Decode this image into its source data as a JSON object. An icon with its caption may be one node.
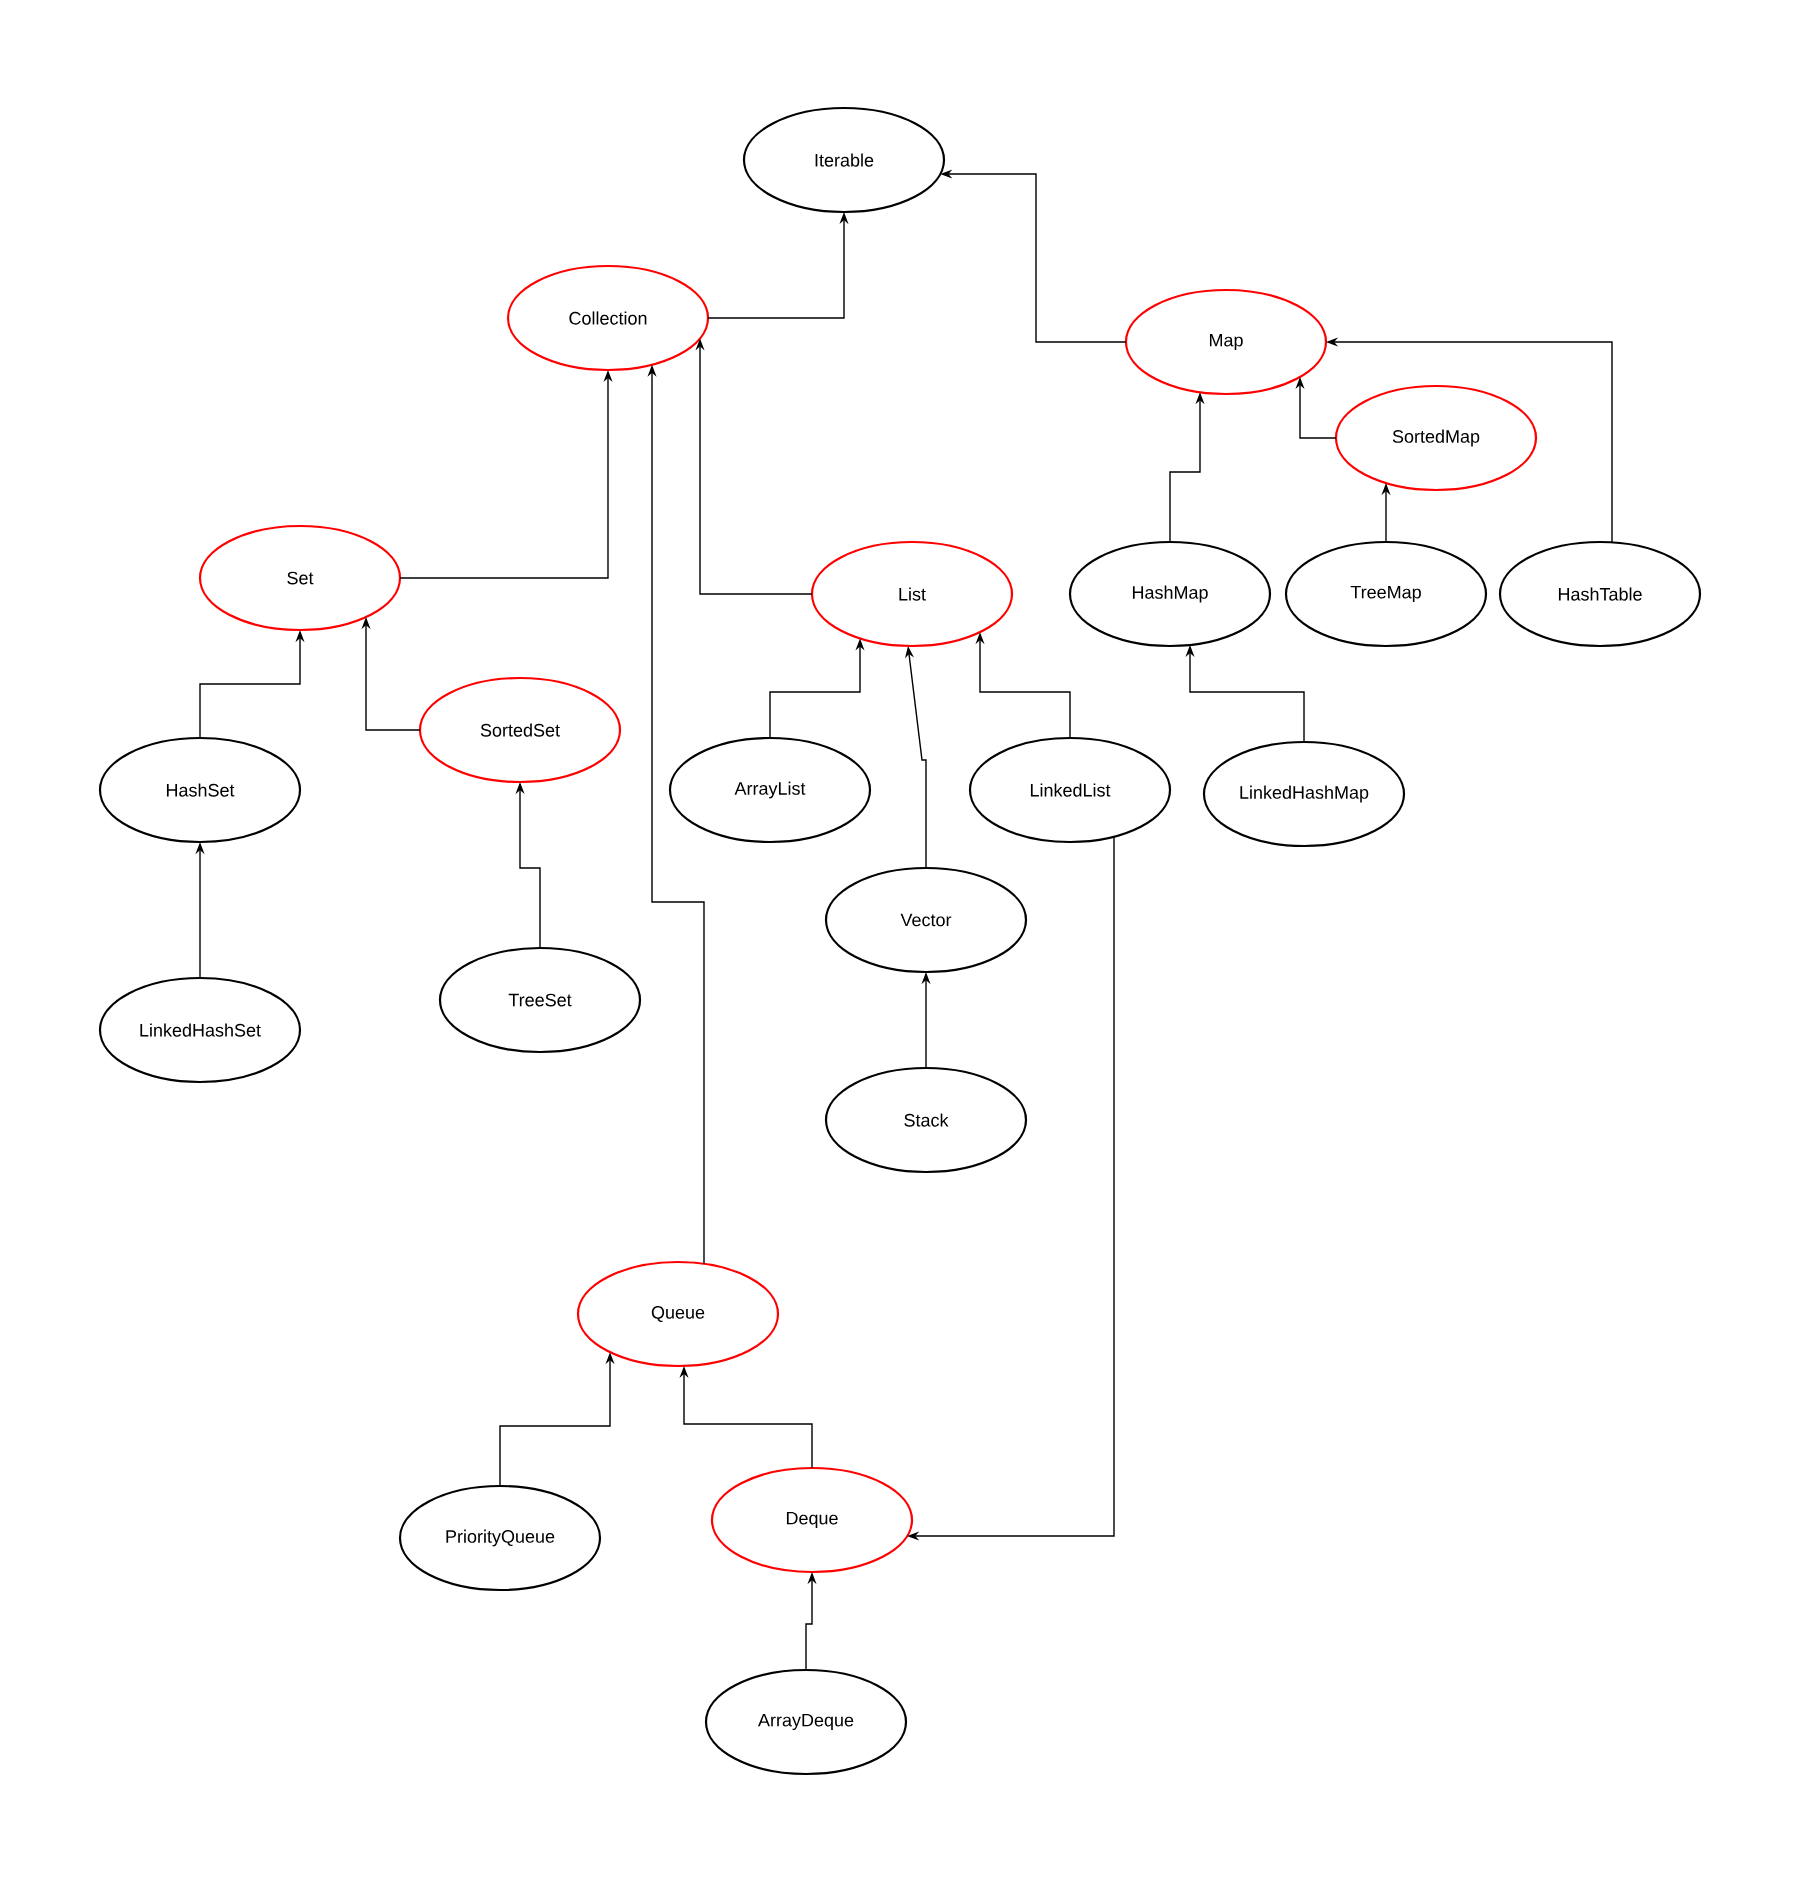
{
  "diagram": {
    "nodes": [
      {
        "text": [
          "Iterable"
        ]
      },
      {
        "text": [
          "Collection"
        ]
      },
      {
        "text": [
          "Map"
        ]
      },
      {
        "text": [
          "SortedMap"
        ]
      },
      {
        "text": [
          "Set"
        ]
      },
      {
        "text": [
          "List"
        ]
      },
      {
        "text": [
          "HashMap"
        ]
      },
      {
        "text": [
          "TreeMap"
        ]
      },
      {
        "text": [
          "HashTable"
        ]
      },
      {
        "text": [
          "SortedSet"
        ]
      },
      {
        "text": [
          "HashSet"
        ]
      },
      {
        "text": [
          "ArrayList"
        ]
      },
      {
        "text": [
          "LinkedList"
        ]
      },
      {
        "text": [
          "LinkedHashMap"
        ]
      },
      {
        "text": [
          "Vector"
        ]
      },
      {
        "text": [
          "LinkedHashSet"
        ]
      },
      {
        "text": [
          "TreeSet"
        ]
      },
      {
        "text": [
          "Stack"
        ]
      },
      {
        "text": [
          "Queue"
        ]
      },
      {
        "text": [
          "PriorityQueue"
        ]
      },
      {
        "text": [
          "Deque"
        ]
      },
      {
        "text": [
          "ArrayDeque"
        ]
      }
    ],
    "edges": [
      {
        "from": 1,
        "to": 0,
        "arrow": "to"
      },
      {
        "from": 2,
        "to": 0,
        "arrow": "to"
      },
      {
        "from": 3,
        "to": 2,
        "arrow": "to"
      },
      {
        "from": 8,
        "to": 2,
        "arrow": "to"
      },
      {
        "from": 4,
        "to": 1,
        "arrow": "to"
      },
      {
        "from": 5,
        "to": 1,
        "arrow": "to"
      },
      {
        "from": 18,
        "to": 1,
        "arrow": "to"
      },
      {
        "from": 6,
        "to": 2,
        "arrow": "to"
      },
      {
        "from": 7,
        "to": 3,
        "arrow": "to"
      },
      {
        "from": 9,
        "to": 4,
        "arrow": "to"
      },
      {
        "from": 10,
        "to": 4,
        "arrow": "to"
      },
      {
        "from": 11,
        "to": 5,
        "arrow": "to"
      },
      {
        "from": 12,
        "to": 5,
        "arrow": "to"
      },
      {
        "from": 14,
        "to": 5,
        "arrow": "to"
      },
      {
        "from": 12,
        "to": 20,
        "arrow": "to"
      },
      {
        "from": 13,
        "to": 6,
        "arrow": "to"
      },
      {
        "from": 15,
        "to": 10,
        "arrow": "to"
      },
      {
        "from": 16,
        "to": 9,
        "arrow": "to"
      },
      {
        "from": 17,
        "to": 14,
        "arrow": "to"
      },
      {
        "from": 19,
        "to": 18,
        "arrow": "to"
      },
      {
        "from": 20,
        "to": 18,
        "arrow": "to"
      },
      {
        "from": 21,
        "to": 20,
        "arrow": "to"
      }
    ]
  }
}
